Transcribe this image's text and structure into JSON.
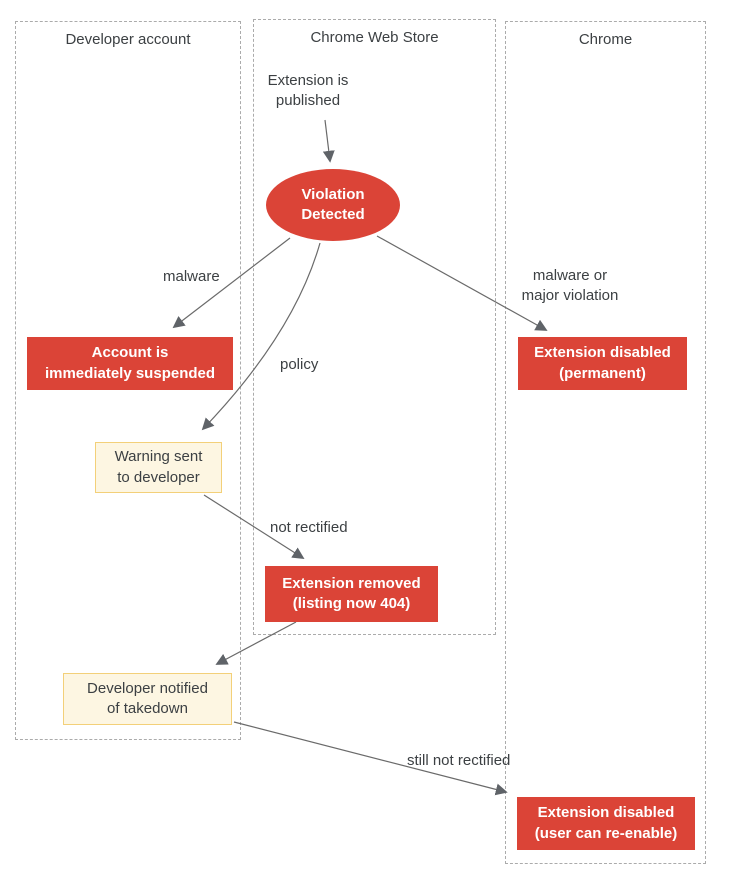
{
  "colors": {
    "node_red": "#db4437",
    "cream_bg": "#fdf6e2",
    "cream_border": "#f3d079",
    "lane_border": "#ababab",
    "arrow": "#6a6a6a",
    "text": "#3c4043"
  },
  "lanes": [
    {
      "title": "Developer account"
    },
    {
      "title": "Chrome Web Store"
    },
    {
      "title": "Chrome"
    }
  ],
  "nodes": {
    "extension_published": {
      "label": "Extension is\npublished"
    },
    "violation_detected": {
      "label": "Violation\nDetected"
    },
    "account_suspended": {
      "label": "Account is\nimmediately suspended"
    },
    "warning_sent": {
      "label": "Warning sent\nto developer"
    },
    "extension_disabled_permanent": {
      "label": "Extension disabled\n(permanent)"
    },
    "extension_removed": {
      "label": "Extension removed\n(listing now 404)"
    },
    "developer_notified": {
      "label": "Developer notified\nof takedown"
    },
    "extension_disabled_reenable": {
      "label": "Extension disabled\n(user can re-enable)"
    }
  },
  "edge_labels": {
    "malware": "malware",
    "policy": "policy",
    "malware_or_major": "malware or\nmajor violation",
    "not_rectified": "not rectified",
    "still_not_rectified": "still not rectified"
  }
}
